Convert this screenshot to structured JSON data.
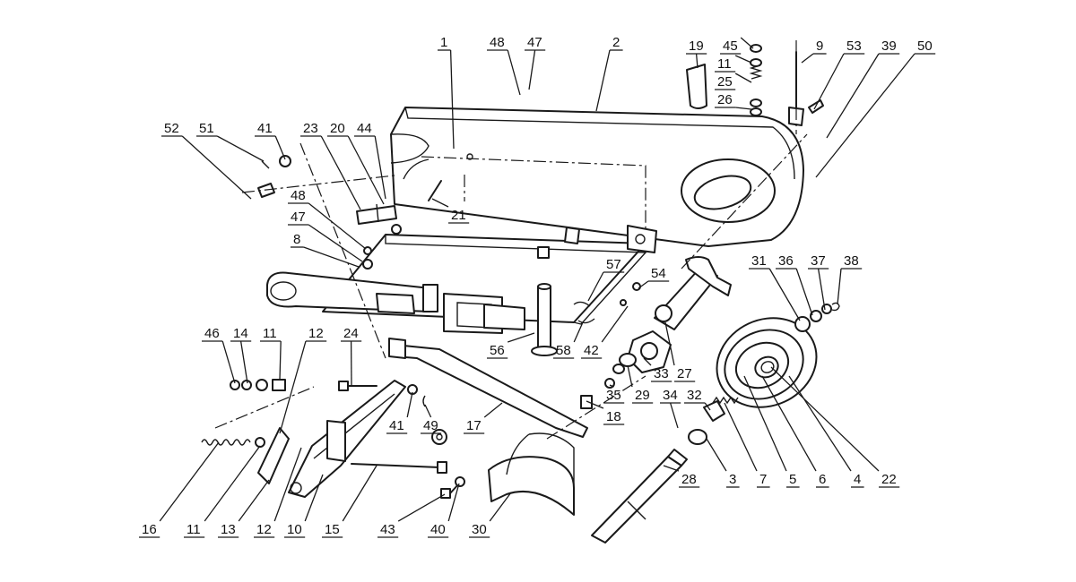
{
  "callouts": [
    {
      "id": "c1",
      "text": "1"
    },
    {
      "id": "c2",
      "text": "2"
    },
    {
      "id": "c3",
      "text": "3"
    },
    {
      "id": "c4",
      "text": "4"
    },
    {
      "id": "c5",
      "text": "5"
    },
    {
      "id": "c6",
      "text": "6"
    },
    {
      "id": "c7",
      "text": "7"
    },
    {
      "id": "c8",
      "text": "8"
    },
    {
      "id": "c9",
      "text": "9"
    },
    {
      "id": "c10",
      "text": "10"
    },
    {
      "id": "c11a",
      "text": "11"
    },
    {
      "id": "c11b",
      "text": "11"
    },
    {
      "id": "c11c",
      "text": "11"
    },
    {
      "id": "c12a",
      "text": "12"
    },
    {
      "id": "c12b",
      "text": "12"
    },
    {
      "id": "c13",
      "text": "13"
    },
    {
      "id": "c14",
      "text": "14"
    },
    {
      "id": "c15",
      "text": "15"
    },
    {
      "id": "c16",
      "text": "16"
    },
    {
      "id": "c17",
      "text": "17"
    },
    {
      "id": "c18",
      "text": "18"
    },
    {
      "id": "c19",
      "text": "19"
    },
    {
      "id": "c20",
      "text": "20"
    },
    {
      "id": "c21",
      "text": "21"
    },
    {
      "id": "c22",
      "text": "22"
    },
    {
      "id": "c23",
      "text": "23"
    },
    {
      "id": "c24",
      "text": "24"
    },
    {
      "id": "c25",
      "text": "25"
    },
    {
      "id": "c26",
      "text": "26"
    },
    {
      "id": "c27",
      "text": "27"
    },
    {
      "id": "c28",
      "text": "28"
    },
    {
      "id": "c29",
      "text": "29"
    },
    {
      "id": "c30",
      "text": "30"
    },
    {
      "id": "c31",
      "text": "31"
    },
    {
      "id": "c32",
      "text": "32"
    },
    {
      "id": "c33",
      "text": "33"
    },
    {
      "id": "c34",
      "text": "34"
    },
    {
      "id": "c35",
      "text": "35"
    },
    {
      "id": "c36",
      "text": "36"
    },
    {
      "id": "c37",
      "text": "37"
    },
    {
      "id": "c38",
      "text": "38"
    },
    {
      "id": "c39",
      "text": "39"
    },
    {
      "id": "c40",
      "text": "40"
    },
    {
      "id": "c41a",
      "text": "41"
    },
    {
      "id": "c41b",
      "text": "41"
    },
    {
      "id": "c42",
      "text": "42"
    },
    {
      "id": "c43",
      "text": "43"
    },
    {
      "id": "c44",
      "text": "44"
    },
    {
      "id": "c45",
      "text": "45"
    },
    {
      "id": "c46",
      "text": "46"
    },
    {
      "id": "c47a",
      "text": "47"
    },
    {
      "id": "c47b",
      "text": "47"
    },
    {
      "id": "c48a",
      "text": "48"
    },
    {
      "id": "c48b",
      "text": "48"
    },
    {
      "id": "c49",
      "text": "49"
    },
    {
      "id": "c50",
      "text": "50"
    },
    {
      "id": "c51",
      "text": "51"
    },
    {
      "id": "c52",
      "text": "52"
    },
    {
      "id": "c53",
      "text": "53"
    },
    {
      "id": "c54",
      "text": "54"
    },
    {
      "id": "c56",
      "text": "56"
    },
    {
      "id": "c57",
      "text": "57"
    },
    {
      "id": "c58",
      "text": "58"
    }
  ],
  "colors": {
    "ink": "#1a1a1a",
    "paper": "#ffffff"
  }
}
